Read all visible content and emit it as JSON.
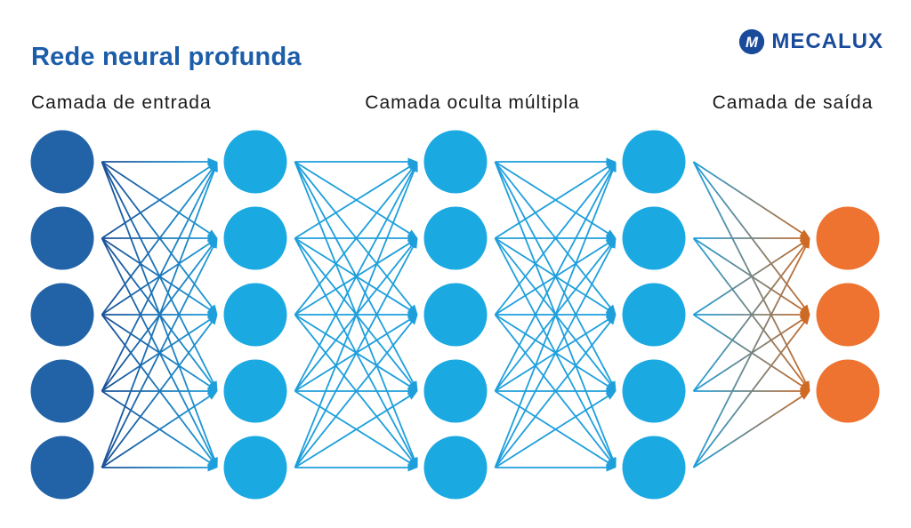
{
  "page": {
    "background_color": "#ffffff"
  },
  "title": {
    "text": "Rede neural profunda",
    "color": "#1C5DA9"
  },
  "logo": {
    "text": "MECALUX",
    "color": "#1A4B9B",
    "mark_icon": "mecalux-m-icon",
    "mark_letter": "M"
  },
  "labels": {
    "input": "Camada de entrada",
    "hidden": "Camada oculta múltipla",
    "output": "Camada de saída"
  },
  "network": {
    "type": "fully-connected-feedforward",
    "connection_rule": "every node connects to every node of the next layer with an arrow",
    "node_radius": 35.5,
    "layers": [
      {
        "id": "input",
        "role": "input",
        "nodes": 5,
        "node_color": "#2263A8",
        "edge_color": "#1A5097"
      },
      {
        "id": "hidden-1",
        "role": "hidden",
        "nodes": 5,
        "node_color": "#1BA9E2",
        "edge_color": "#1E9FDC"
      },
      {
        "id": "hidden-2",
        "role": "hidden",
        "nodes": 5,
        "node_color": "#1BA9E2",
        "edge_color": "#1E9FDC"
      },
      {
        "id": "hidden-3",
        "role": "hidden",
        "nodes": 5,
        "node_color": "#1BA9E2",
        "edge_color": "#1E9FDC"
      },
      {
        "id": "output",
        "role": "output",
        "nodes": 3,
        "node_color": "#EE7331",
        "edge_color": "#CE6A24"
      }
    ]
  }
}
